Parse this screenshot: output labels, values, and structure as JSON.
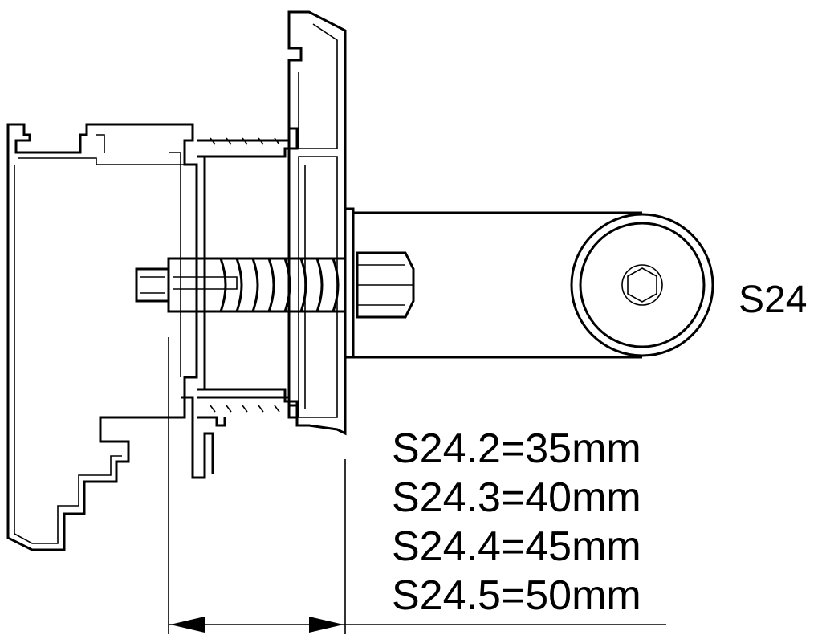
{
  "model_label": "S24",
  "size_lines": [
    "S24.2=35mm",
    "S24.3=40mm",
    "S24.4=45mm",
    "S24.5=50mm"
  ]
}
